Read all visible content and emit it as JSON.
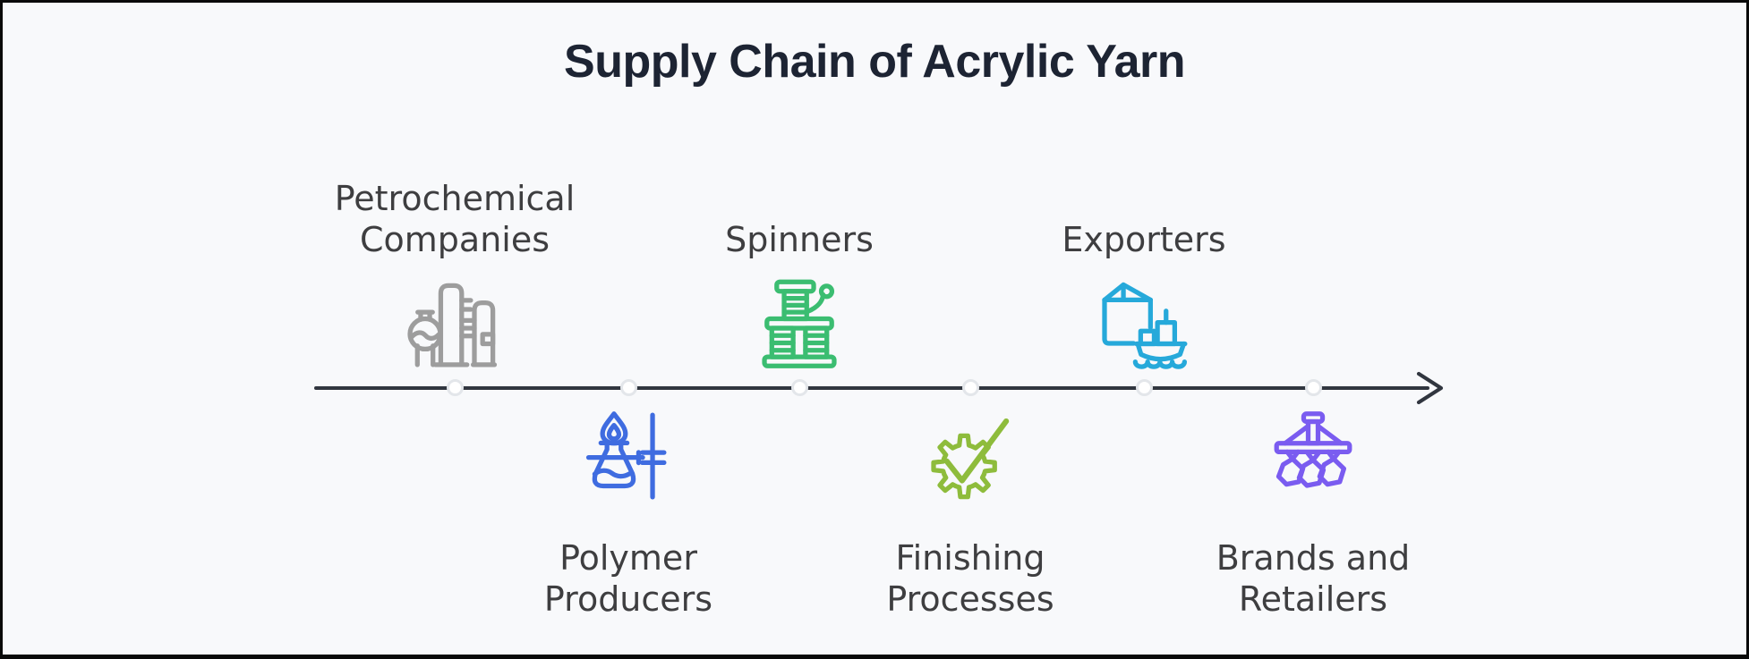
{
  "title": "Supply Chain of Acrylic Yarn",
  "diagram": {
    "type": "timeline",
    "flow": "left-to-right",
    "stages": [
      {
        "label": "Petrochemical Companies",
        "icon": "refinery-icon",
        "color": "#9d9d9d",
        "side": "above"
      },
      {
        "label": "Polymer Producers",
        "icon": "flask-burner-icon",
        "color": "#3f6ce0",
        "side": "below"
      },
      {
        "label": "Spinners",
        "icon": "spinning-bobbin-icon",
        "color": "#3bbd71",
        "side": "above"
      },
      {
        "label": "Finishing Processes",
        "icon": "gear-check-icon",
        "color": "#8ebc3c",
        "side": "below"
      },
      {
        "label": "Exporters",
        "icon": "package-ship-icon",
        "color": "#26a9da",
        "side": "above"
      },
      {
        "label": "Brands and Retailers",
        "icon": "garment-rack-icon",
        "color": "#7a5cf0",
        "side": "below"
      }
    ]
  },
  "colors": {
    "background": "#f8f9fb",
    "border": "#0a0a0a",
    "title_text": "#1d2433",
    "label_text": "#3e3e40",
    "timeline_line": "#31363f",
    "dot_fill": "#ffffff",
    "dot_border": "#e3e6ea"
  }
}
